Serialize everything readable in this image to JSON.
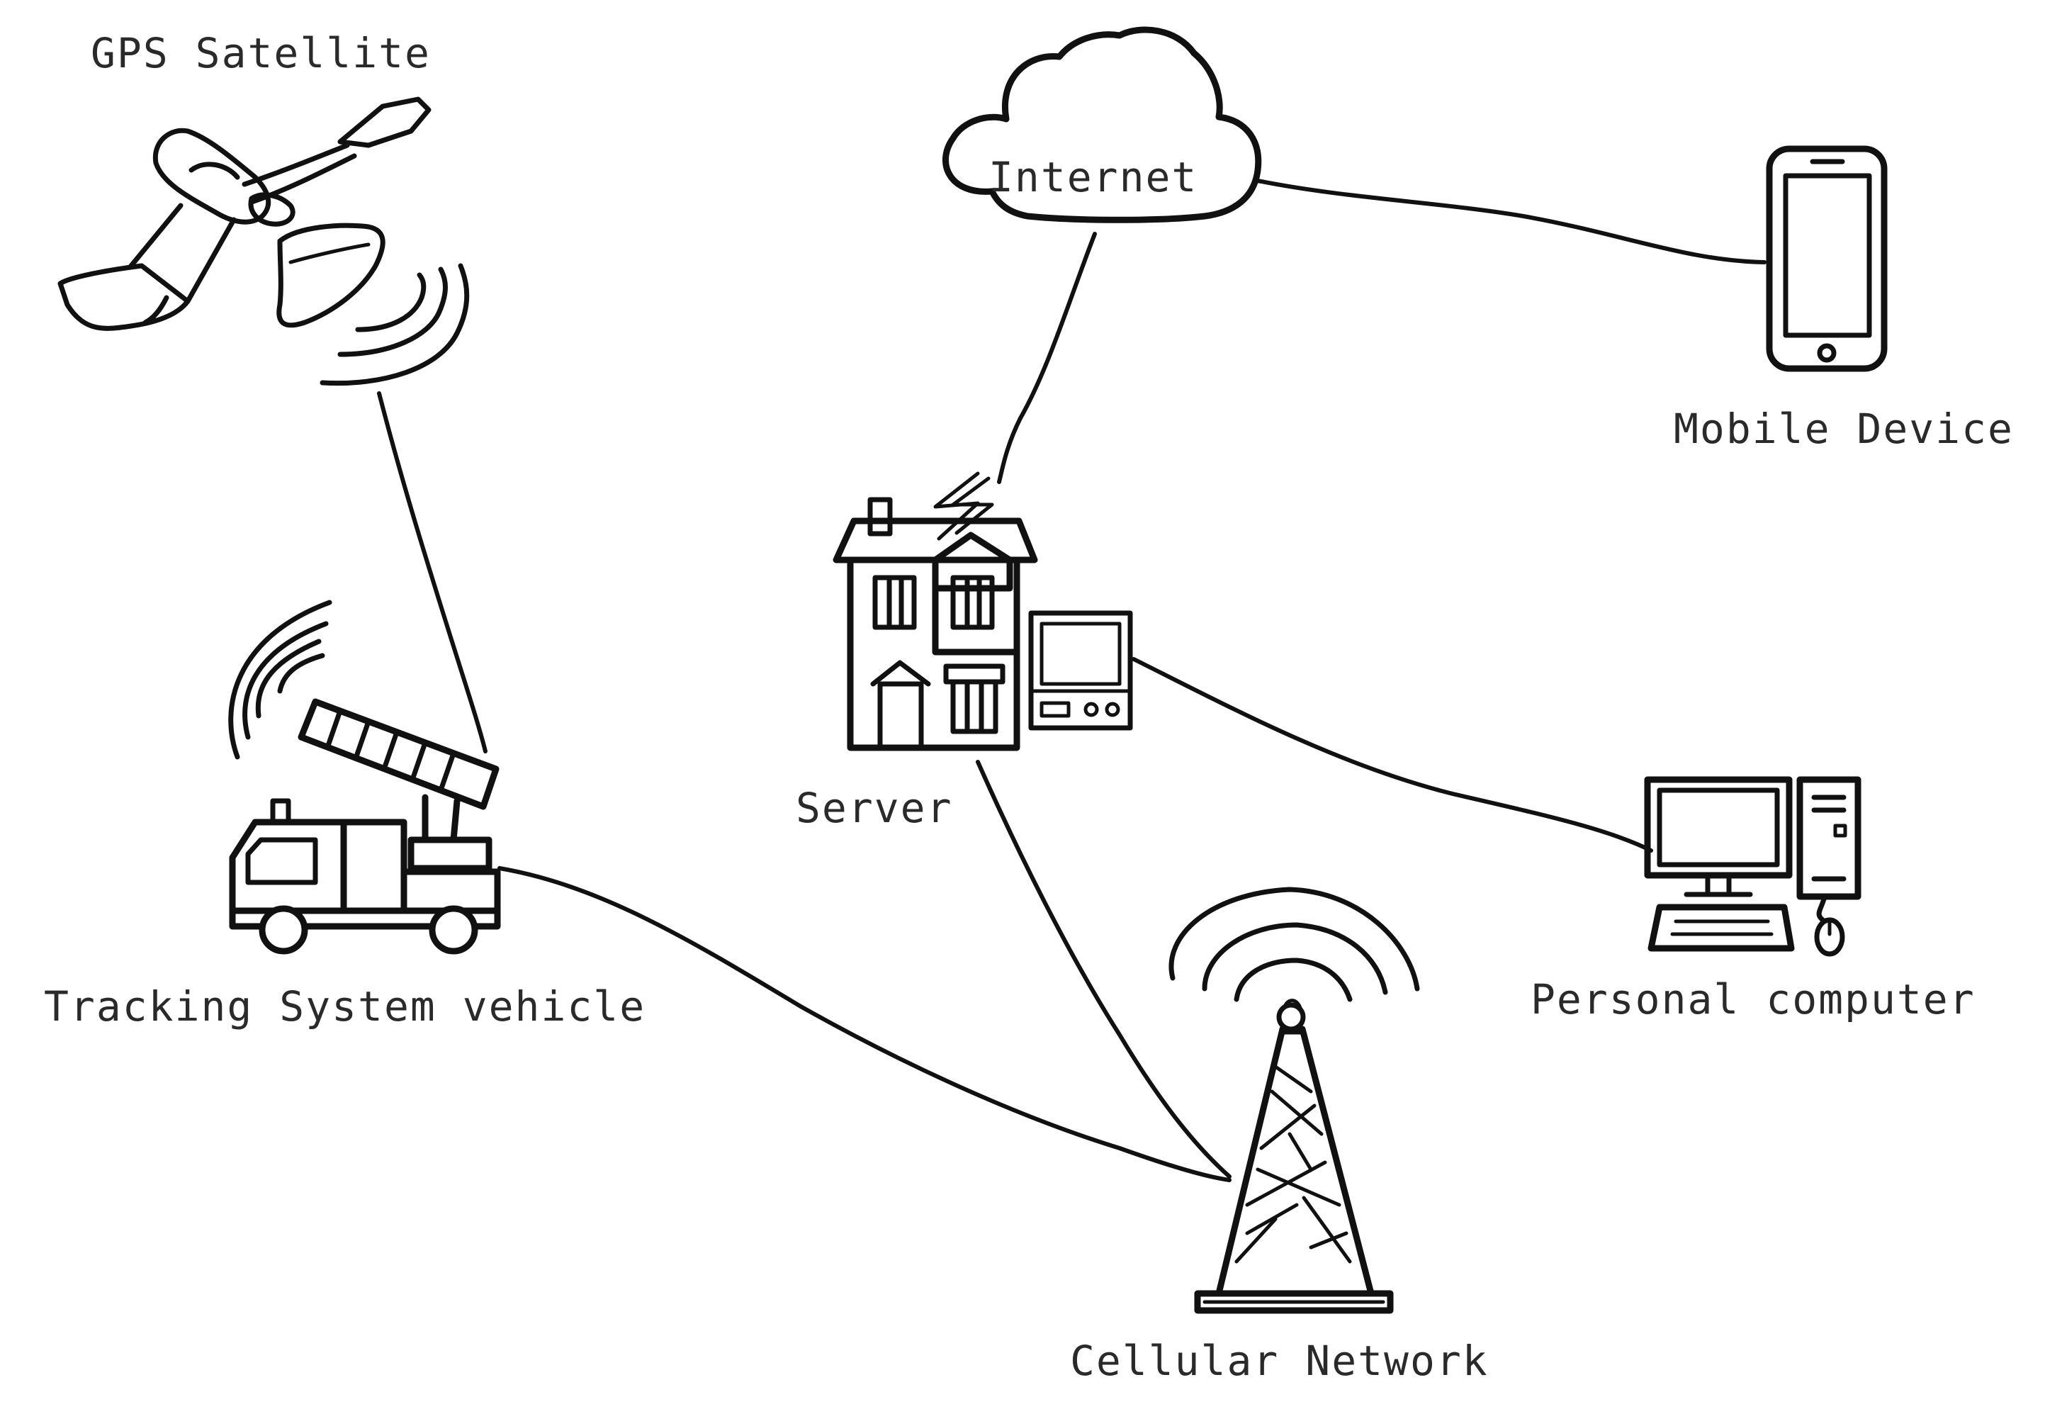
{
  "diagram": {
    "nodes": [
      {
        "id": "gps_satellite",
        "label": "GPS Satellite",
        "icon": "satellite-icon"
      },
      {
        "id": "internet",
        "label": "Internet",
        "icon": "cloud-icon"
      },
      {
        "id": "mobile_device",
        "label": "Mobile Device",
        "icon": "smartphone-icon"
      },
      {
        "id": "server",
        "label": "Server",
        "icon": "server-building-icon"
      },
      {
        "id": "tracking_vehicle",
        "label": "Tracking System vehicle",
        "icon": "fire-truck-icon"
      },
      {
        "id": "personal_computer",
        "label": "Personal computer",
        "icon": "desktop-computer-icon"
      },
      {
        "id": "cellular_network",
        "label": "Cellular Network",
        "icon": "cell-tower-icon"
      }
    ],
    "edges": [
      {
        "from": "gps_satellite",
        "to": "tracking_vehicle"
      },
      {
        "from": "internet",
        "to": "server"
      },
      {
        "from": "internet",
        "to": "mobile_device"
      },
      {
        "from": "server",
        "to": "personal_computer"
      },
      {
        "from": "server",
        "to": "cellular_network"
      },
      {
        "from": "tracking_vehicle",
        "to": "cellular_network"
      }
    ],
    "colors": {
      "ink": "#111111",
      "background": "#ffffff",
      "label": "#2a2a2a"
    }
  }
}
